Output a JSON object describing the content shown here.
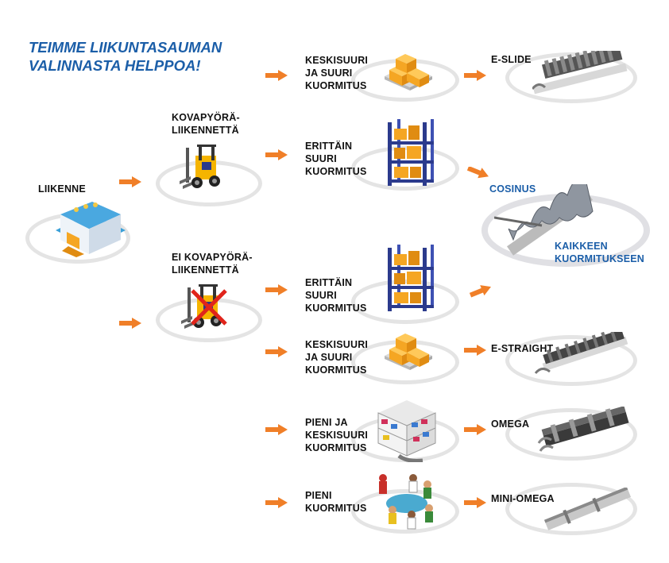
{
  "title": {
    "line1": "TEIMME LIIKUNTASAUMAN",
    "line2": "VALINNASTA HELPPOA!"
  },
  "root": {
    "label": "LIIKENNE"
  },
  "branches": {
    "hard": {
      "line1": "KOVAPYÖRÄ-",
      "line2": "LIIKENNETTÄ"
    },
    "soft": {
      "line1": "EI KOVAPYÖRÄ-",
      "line2": "LIIKENNETTÄ"
    }
  },
  "loads": {
    "l1": {
      "line1": "KESKISUURI",
      "line2": "JA SUURI",
      "line3": "KUORMITUS"
    },
    "l2": {
      "line1": "ERITTÄIN",
      "line2": "SUURI",
      "line3": "KUORMITUS"
    },
    "l3": {
      "line1": "ERITTÄIN",
      "line2": "SUURI",
      "line3": "KUORMITUS"
    },
    "l4": {
      "line1": "KESKISUURI",
      "line2": "JA SUURI",
      "line3": "KUORMITUS"
    },
    "l5": {
      "line1": "PIENI JA",
      "line2": "KESKISUURI",
      "line3": "KUORMITUS"
    },
    "l6": {
      "line1": "PIENI",
      "line2": "KUORMITUS"
    }
  },
  "products": {
    "eslide": "E-SLIDE",
    "cosinus": "COSINUS",
    "cosinus_note": {
      "line1": "KAIKKEEN",
      "line2": "KUORMITUKSEEN"
    },
    "estraight": "E-STRAIGHT",
    "omega": "OMEGA",
    "miniomega": "MINI-OMEGA"
  },
  "colors": {
    "title": "#1b5ea8",
    "arrow": "#f07f28",
    "ring": "#e4e4e4",
    "box": "#f5a623",
    "rack": "#2b3a8c",
    "forklift": "#f5b400",
    "forbidden": "#e0241b"
  }
}
